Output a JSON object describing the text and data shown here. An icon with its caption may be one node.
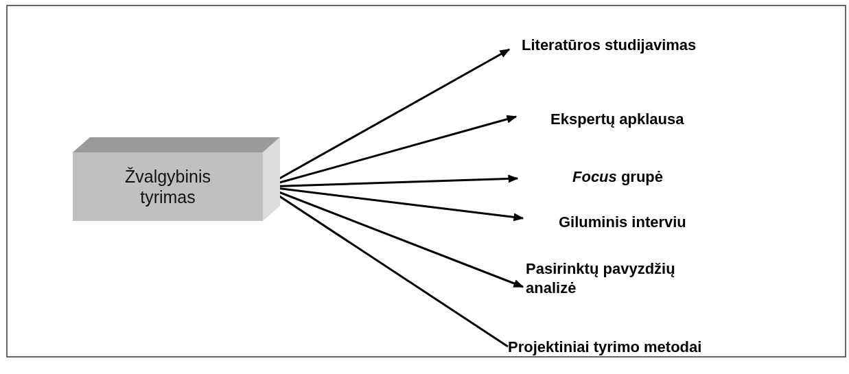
{
  "diagram": {
    "nodes": [
      {
        "text": [
          "Žvalgybinis tyrimas"
        ]
      },
      {
        "text": [
          "Literatūros studijavimas"
        ]
      },
      {
        "text": [
          "Ekspertų apklausa"
        ]
      },
      {
        "text": [
          "*Focus* grupė"
        ]
      },
      {
        "text": [
          "Giluminis interviu"
        ]
      },
      {
        "text": [
          "Pasirinktų pavyzdžių analizė"
        ]
      },
      {
        "text": [
          "Projektiniai tyrimo metodai"
        ]
      }
    ],
    "edges": [
      {
        "from": 0,
        "to": 1,
        "arrow": "to"
      },
      {
        "from": 0,
        "to": 2,
        "arrow": "to"
      },
      {
        "from": 0,
        "to": 3,
        "arrow": "to"
      },
      {
        "from": 0,
        "to": 4,
        "arrow": "to"
      },
      {
        "from": 0,
        "to": 5,
        "arrow": "to"
      },
      {
        "from": 0,
        "to": 6,
        "arrow": "none"
      }
    ]
  }
}
